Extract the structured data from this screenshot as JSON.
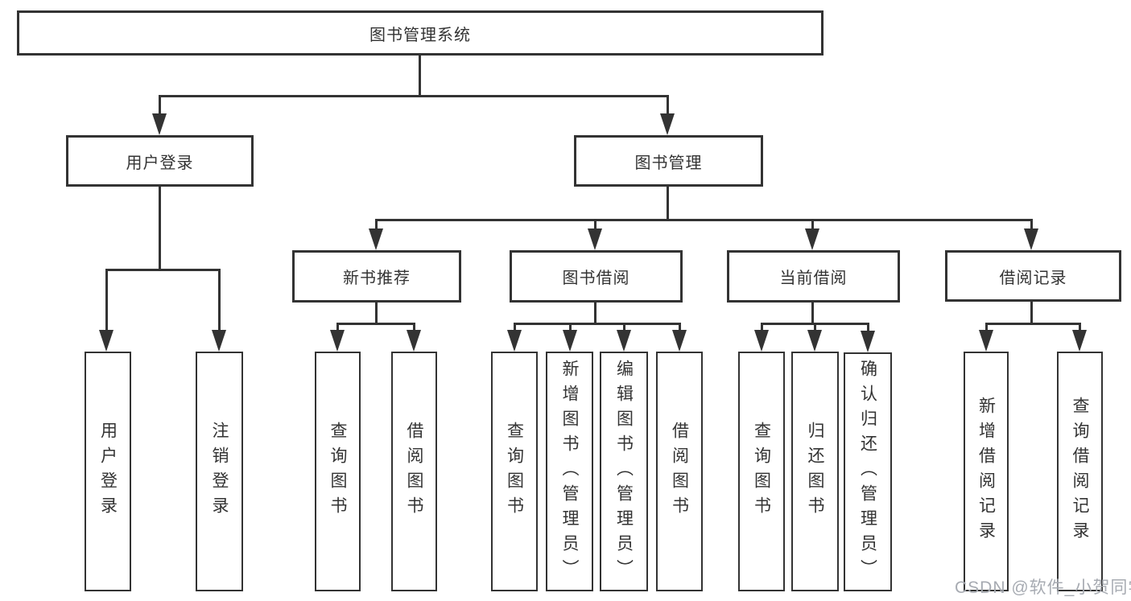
{
  "diagram": {
    "root": {
      "label": "图书管理系统"
    },
    "level2": [
      {
        "label": "用户登录"
      },
      {
        "label": "图书管理"
      }
    ],
    "level3": [
      {
        "label": "新书推荐"
      },
      {
        "label": "图书借阅"
      },
      {
        "label": "当前借阅"
      },
      {
        "label": "借阅记录"
      }
    ],
    "leaves": [
      {
        "label": "用户登录",
        "parent": "用户登录"
      },
      {
        "label": "注销登录",
        "parent": "用户登录"
      },
      {
        "label": "查询图书",
        "parent": "新书推荐"
      },
      {
        "label": "借阅图书",
        "parent": "新书推荐"
      },
      {
        "label": "查询图书",
        "parent": "图书借阅"
      },
      {
        "label": "新增图书（管理员）",
        "parent": "图书借阅"
      },
      {
        "label": "编辑图书（管理员）",
        "parent": "图书借阅"
      },
      {
        "label": "借阅图书",
        "parent": "图书借阅"
      },
      {
        "label": "查询图书",
        "parent": "当前借阅"
      },
      {
        "label": "归还图书",
        "parent": "当前借阅"
      },
      {
        "label": "确认归还（管理员）",
        "parent": "当前借阅"
      },
      {
        "label": "新增借阅记录",
        "parent": "借阅记录"
      },
      {
        "label": "查询借阅记录",
        "parent": "借阅记录"
      }
    ],
    "watermark": "CSDN @软件_小贺同学",
    "colors": {
      "line": "#333333",
      "box_border": "#333333",
      "text": "#333333",
      "background": "#ffffff",
      "watermark": "#a7abb2"
    }
  }
}
